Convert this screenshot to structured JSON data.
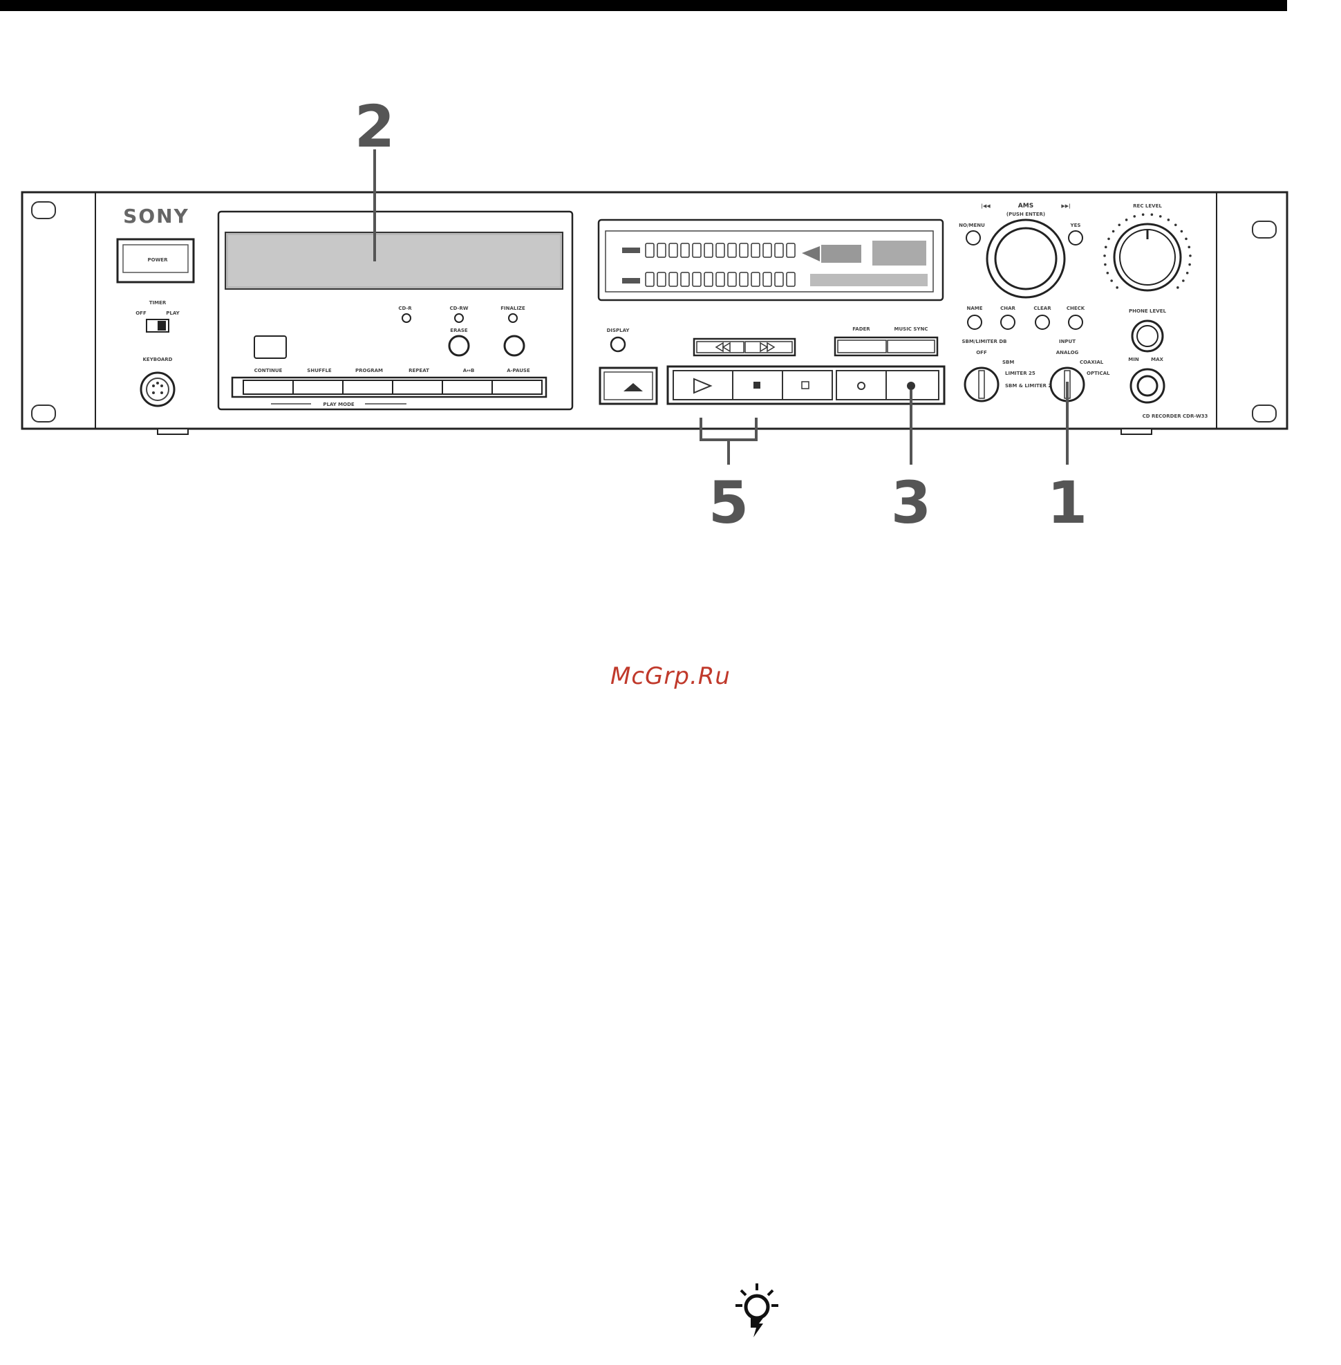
{
  "device": {
    "brand": "SONY",
    "left_panel": {
      "power_label": "POWER",
      "timer_label": "TIMER",
      "timer_off": "OFF",
      "timer_play": "PLAY",
      "keyboard_label": "KEYBOARD"
    },
    "indicators": {
      "cd_r": "CD-R",
      "cd_rw": "CD-RW",
      "finalize": "FINALIZE",
      "erase": "ERASE"
    },
    "play_mode": {
      "title": "PLAY MODE",
      "buttons": [
        "CONTINUE",
        "SHUFFLE",
        "PROGRAM",
        "REPEAT",
        "A↔B",
        "A-PAUSE"
      ]
    },
    "display_label": "DISPLAY",
    "fader_label": "FADER",
    "music_sync_label": "MUSIC SYNC",
    "jog": {
      "ams_label": "AMS",
      "push_enter_label": "(PUSH ENTER)",
      "no_menu_label": "NO/MENU",
      "yes_label": "YES",
      "name_label": "NAME",
      "char_label": "CHAR",
      "clear_label": "CLEAR",
      "check_label": "CHECK"
    },
    "sbm_label": "SBM/LIMITER DB",
    "sbm_positions": [
      "OFF",
      "SBM",
      "LIMITER 25",
      "SBM & LIMITER 25"
    ],
    "input_label": "INPUT",
    "input_positions": [
      "ANALOG",
      "COAXIAL",
      "OPTICAL"
    ],
    "rec_level_label": "REC LEVEL",
    "phone_level_label": "PHONE LEVEL",
    "phone_min": "MIN",
    "phone_max": "MAX",
    "model_label": "CD RECORDER  CDR-W33"
  },
  "callouts": [
    "2",
    "5",
    "3",
    "1"
  ],
  "watermark": "McGrp.Ru"
}
